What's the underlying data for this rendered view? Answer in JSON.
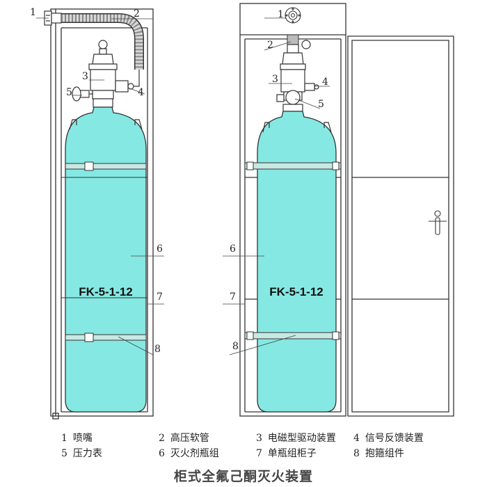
{
  "cabinet_left": {
    "bottle_label": "FK-5-1-12",
    "callouts": [
      "1",
      "2",
      "3",
      "4",
      "5",
      "6",
      "7",
      "8"
    ]
  },
  "cabinet_right": {
    "bottle_label": "FK-5-1-12",
    "callouts": [
      "1",
      "2",
      "3",
      "4",
      "5",
      "6",
      "7",
      "8"
    ]
  },
  "legend": [
    {
      "num": "1",
      "text": "喷嘴"
    },
    {
      "num": "2",
      "text": "高压软管"
    },
    {
      "num": "3",
      "text": "电磁型驱动装置"
    },
    {
      "num": "4",
      "text": "信号反馈装置"
    },
    {
      "num": "5",
      "text": "压力表"
    },
    {
      "num": "6",
      "text": "灭火剂瓶组"
    },
    {
      "num": "7",
      "text": "单瓶组柜子"
    },
    {
      "num": "8",
      "text": "抱箍组件"
    }
  ],
  "caption": "柜式全氟己酮灭火装置",
  "colors": {
    "bottle_fill": "#86e8e2",
    "line": "#333333"
  }
}
